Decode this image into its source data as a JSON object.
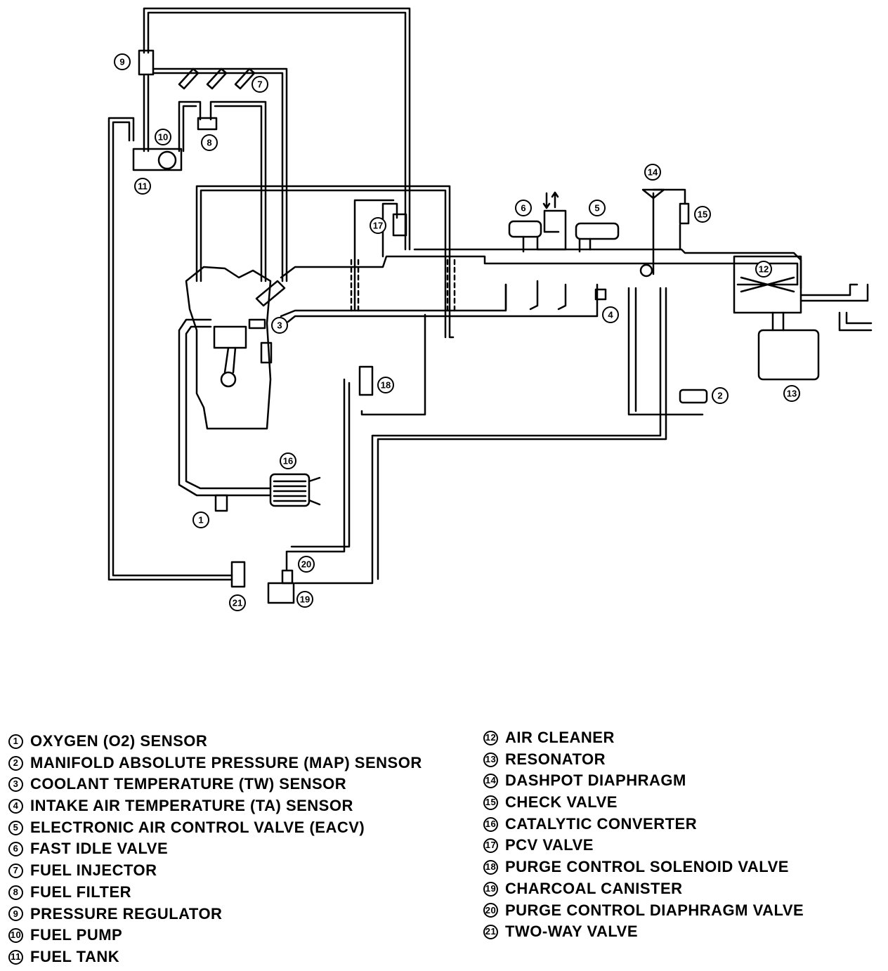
{
  "legend_left": [
    {
      "num": "1",
      "label": "OXYGEN (O2) SENSOR"
    },
    {
      "num": "2",
      "label": "MANIFOLD ABSOLUTE PRESSURE (MAP) SENSOR"
    },
    {
      "num": "3",
      "label": "COOLANT TEMPERATURE (TW) SENSOR"
    },
    {
      "num": "4",
      "label": "INTAKE AIR TEMPERATURE (TA) SENSOR"
    },
    {
      "num": "5",
      "label": "ELECTRONIC AIR CONTROL VALVE (EACV)"
    },
    {
      "num": "6",
      "label": "FAST IDLE VALVE"
    },
    {
      "num": "7",
      "label": "FUEL INJECTOR"
    },
    {
      "num": "8",
      "label": "FUEL FILTER"
    },
    {
      "num": "9",
      "label": "PRESSURE REGULATOR"
    },
    {
      "num": "10",
      "label": "FUEL PUMP"
    },
    {
      "num": "11",
      "label": "FUEL TANK"
    }
  ],
  "legend_right": [
    {
      "num": "12",
      "label": "AIR CLEANER"
    },
    {
      "num": "13",
      "label": "RESONATOR"
    },
    {
      "num": "14",
      "label": "DASHPOT DIAPHRAGM"
    },
    {
      "num": "15",
      "label": "CHECK VALVE"
    },
    {
      "num": "16",
      "label": "CATALYTIC CONVERTER"
    },
    {
      "num": "17",
      "label": "PCV VALVE"
    },
    {
      "num": "18",
      "label": "PURGE CONTROL SOLENOID VALVE"
    },
    {
      "num": "19",
      "label": "CHARCOAL CANISTER"
    },
    {
      "num": "20",
      "label": "PURGE CONTROL DIAPHRAGM VALVE"
    },
    {
      "num": "21",
      "label": "TWO-WAY VALVE"
    }
  ],
  "callouts": {
    "c1": "1",
    "c2": "2",
    "c3": "3",
    "c4": "4",
    "c5": "5",
    "c6": "6",
    "c7": "7",
    "c8": "8",
    "c9": "9",
    "c10": "10",
    "c11": "11",
    "c12": "12",
    "c13": "13",
    "c14": "14",
    "c15": "15",
    "c16": "16",
    "c17": "17",
    "c18": "18",
    "c19": "19",
    "c20": "20",
    "c21": "21"
  }
}
